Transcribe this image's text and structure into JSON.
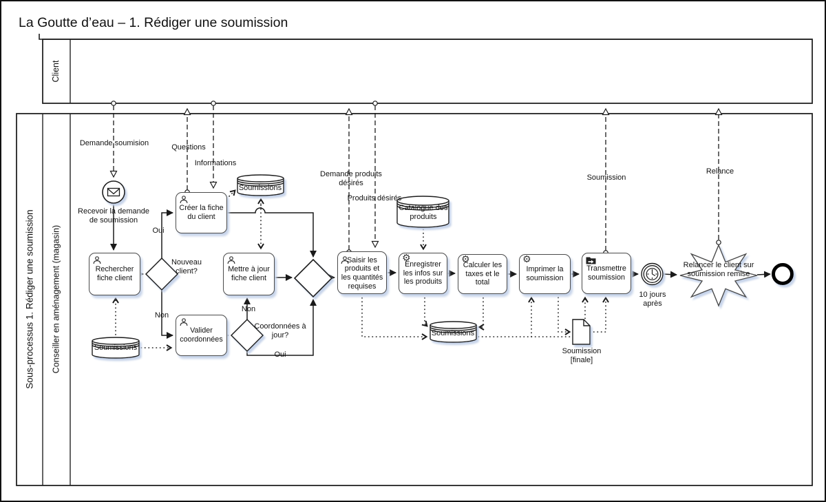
{
  "diagram": {
    "title": "La Goutte d’eau – 1. Rédiger une soumission",
    "colors": {
      "line": "#1a1a1a",
      "shadow": "#c7d4ea",
      "fill": "#ffffff"
    },
    "pools": {
      "client": {
        "label": "Client"
      },
      "process": {
        "label": "Sous-processus 1. Rédiger une soumission",
        "lane": "Conseiller en aménagement (magasin)"
      }
    },
    "events": {
      "start_message": {
        "label": "Recevoir la demande de soumission",
        "icon": "envelope"
      },
      "timer": {
        "label": "10 jours après",
        "icon": "clock"
      },
      "end": {
        "label": ""
      }
    },
    "tasks": {
      "rechercher": {
        "label": "Rechercher fiche client",
        "icon": "user"
      },
      "creer": {
        "label": "Créer la fiche du client",
        "icon": "user"
      },
      "valider": {
        "label": "Valider coordonnées",
        "icon": "user"
      },
      "mettre": {
        "label": "Mettre à jour fiche client",
        "icon": "user"
      },
      "saisir": {
        "label": "Saisir les produits et les quantités requises",
        "icon": "user"
      },
      "enregistrer": {
        "label": "Enregistrer les infos sur les produits",
        "icon": "gear"
      },
      "calculer": {
        "label": "Calculer les taxes et le total",
        "icon": "gear"
      },
      "imprimer": {
        "label": "Imprimer la soumission",
        "icon": "gear"
      },
      "transmettre": {
        "label": "Transmettre soumission",
        "icon": "send-folder"
      }
    },
    "star_activity": {
      "label": "Relancer le client sur soumission remise"
    },
    "gateways": {
      "nouveau_client": {
        "question": "Nouveau client?",
        "yes": "Oui",
        "no": "Non"
      },
      "coordonnees": {
        "question": "Coordonnées à jour?",
        "yes": "Oui",
        "no": "Non"
      }
    },
    "data_stores": {
      "soumissions_haut": {
        "label": "Soumissions"
      },
      "soumissions_gauche": {
        "label": "Soumissions"
      },
      "soumissions_centre": {
        "label": "Soumissions"
      },
      "catalogue": {
        "label": "Catalogue des produits"
      }
    },
    "data_objects": {
      "soumission_finale": {
        "label": "Soumission [finale]"
      }
    },
    "message_flows": {
      "demande_soumision": {
        "label": "Demande soumision"
      },
      "questions": {
        "label": "Questions"
      },
      "informations": {
        "label": "Informations"
      },
      "demande_produits": {
        "label": "Demande produits désirés"
      },
      "produits_desires": {
        "label": "Produits désirés"
      },
      "soumission": {
        "label": "Soumission"
      },
      "relance": {
        "label": "Relance"
      }
    }
  }
}
